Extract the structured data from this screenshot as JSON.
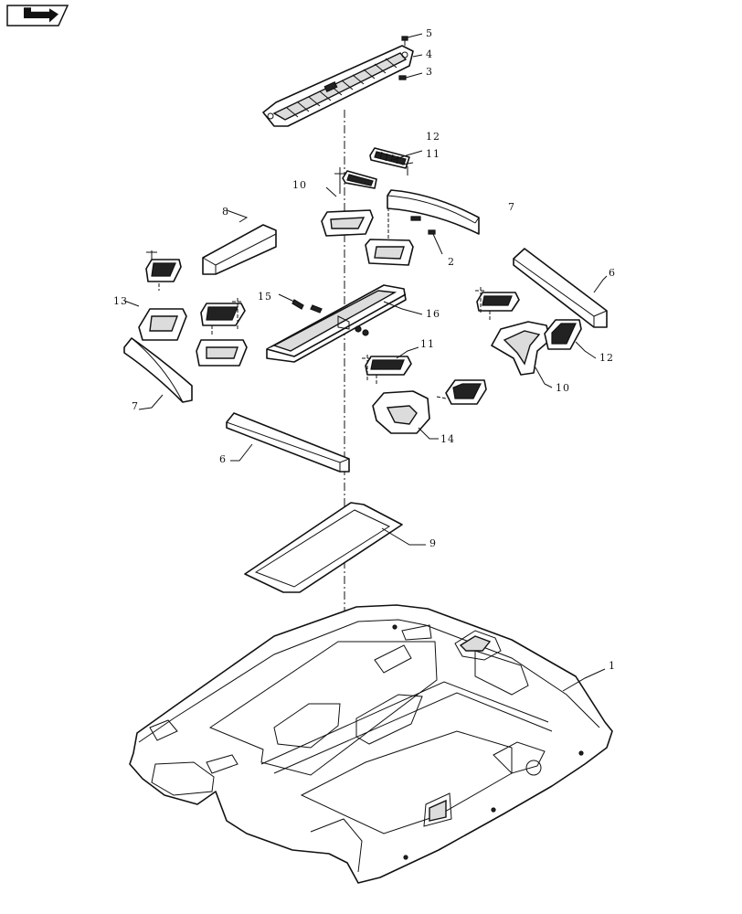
{
  "diagram": {
    "callouts": {
      "c1": "1",
      "c2": "2",
      "c3": "3",
      "c4": "4",
      "c5": "5",
      "c6a": "6",
      "c6b": "6",
      "c7a": "7",
      "c7b": "7",
      "c8": "8",
      "c9": "9",
      "c10a": "10",
      "c10b": "10",
      "c11a": "11",
      "c11b": "11",
      "c12a": "12",
      "c12b": "12",
      "c13": "13",
      "c14": "14",
      "c15": "15",
      "c16": "16"
    }
  },
  "navigation": {
    "icon": "next-page-arrow-icon"
  }
}
